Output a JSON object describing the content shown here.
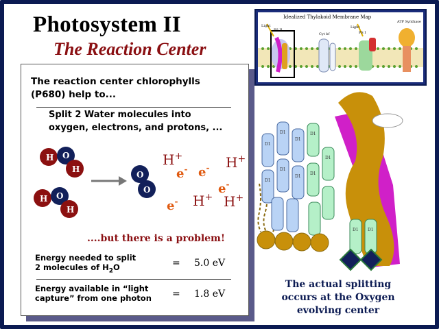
{
  "slide": {
    "title": "Photosystem II",
    "subtitle": "The Reaction Center"
  },
  "panel": {
    "intro_line1": "The reaction center chlorophylls",
    "intro_line2": "(P680) help to...",
    "split_line1": "Split 2 Water molecules into",
    "split_line2": "oxygen, electrons, and protons, ...",
    "problem": "....but there is a problem!",
    "energy_needed_line1": "Energy needed to split",
    "energy_needed_line2_prefix": "2 molecules of H",
    "energy_needed_line2_sub": "2",
    "energy_needed_line2_suffix": "O",
    "energy_needed_eq": "=",
    "energy_needed_value": "5.0 eV",
    "energy_available_line1": "Energy available in “light",
    "energy_available_line2": "capture” from one photon",
    "energy_available_eq": "=",
    "energy_available_value": "1.8 eV"
  },
  "molecules": {
    "hydrogen": "H",
    "oxygen": "O",
    "proton": "H",
    "proton_charge": "+",
    "electron": "e",
    "electron_charge": "-"
  },
  "map": {
    "title": "Idealized Thylakoid Membrane Map",
    "label_light_left": "Light",
    "label_ps2": "PS II",
    "label_cytb": "Cyt bf",
    "label_light_right": "Light",
    "label_ps1": "PS I",
    "label_atp": "ATP Synthase"
  },
  "structure": {
    "subunit_label": "D1"
  },
  "caption": {
    "line1": "The actual splitting",
    "line2": "occurs at the Oxygen",
    "line3": "evolving center"
  },
  "colors": {
    "frame": "#0b1a52",
    "accent_red": "#8a0f12",
    "electron_orange": "#e05a10",
    "hydrogen_red": "#8b1010",
    "oxygen_navy": "#12205a",
    "protein_gold": "#c8900a",
    "protein_magenta": "#d020c8",
    "protein_blue": "#b9d3f5",
    "protein_green": "#b5f0c8"
  }
}
